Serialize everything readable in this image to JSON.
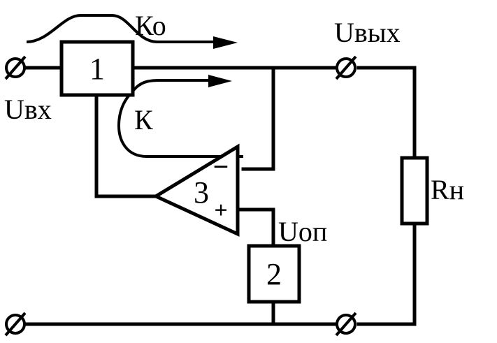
{
  "labels": {
    "u_in": "Uвх",
    "u_out": "Uвых",
    "k0": "Ко",
    "k": "К",
    "u_ref": "Uоп",
    "r_load": "Rн"
  },
  "blocks": {
    "block1": "1",
    "block2": "2",
    "opamp": "3"
  },
  "opamp_inputs": {
    "inverting": "−",
    "noninverting": "+"
  },
  "terminal_symbol": "Ø"
}
